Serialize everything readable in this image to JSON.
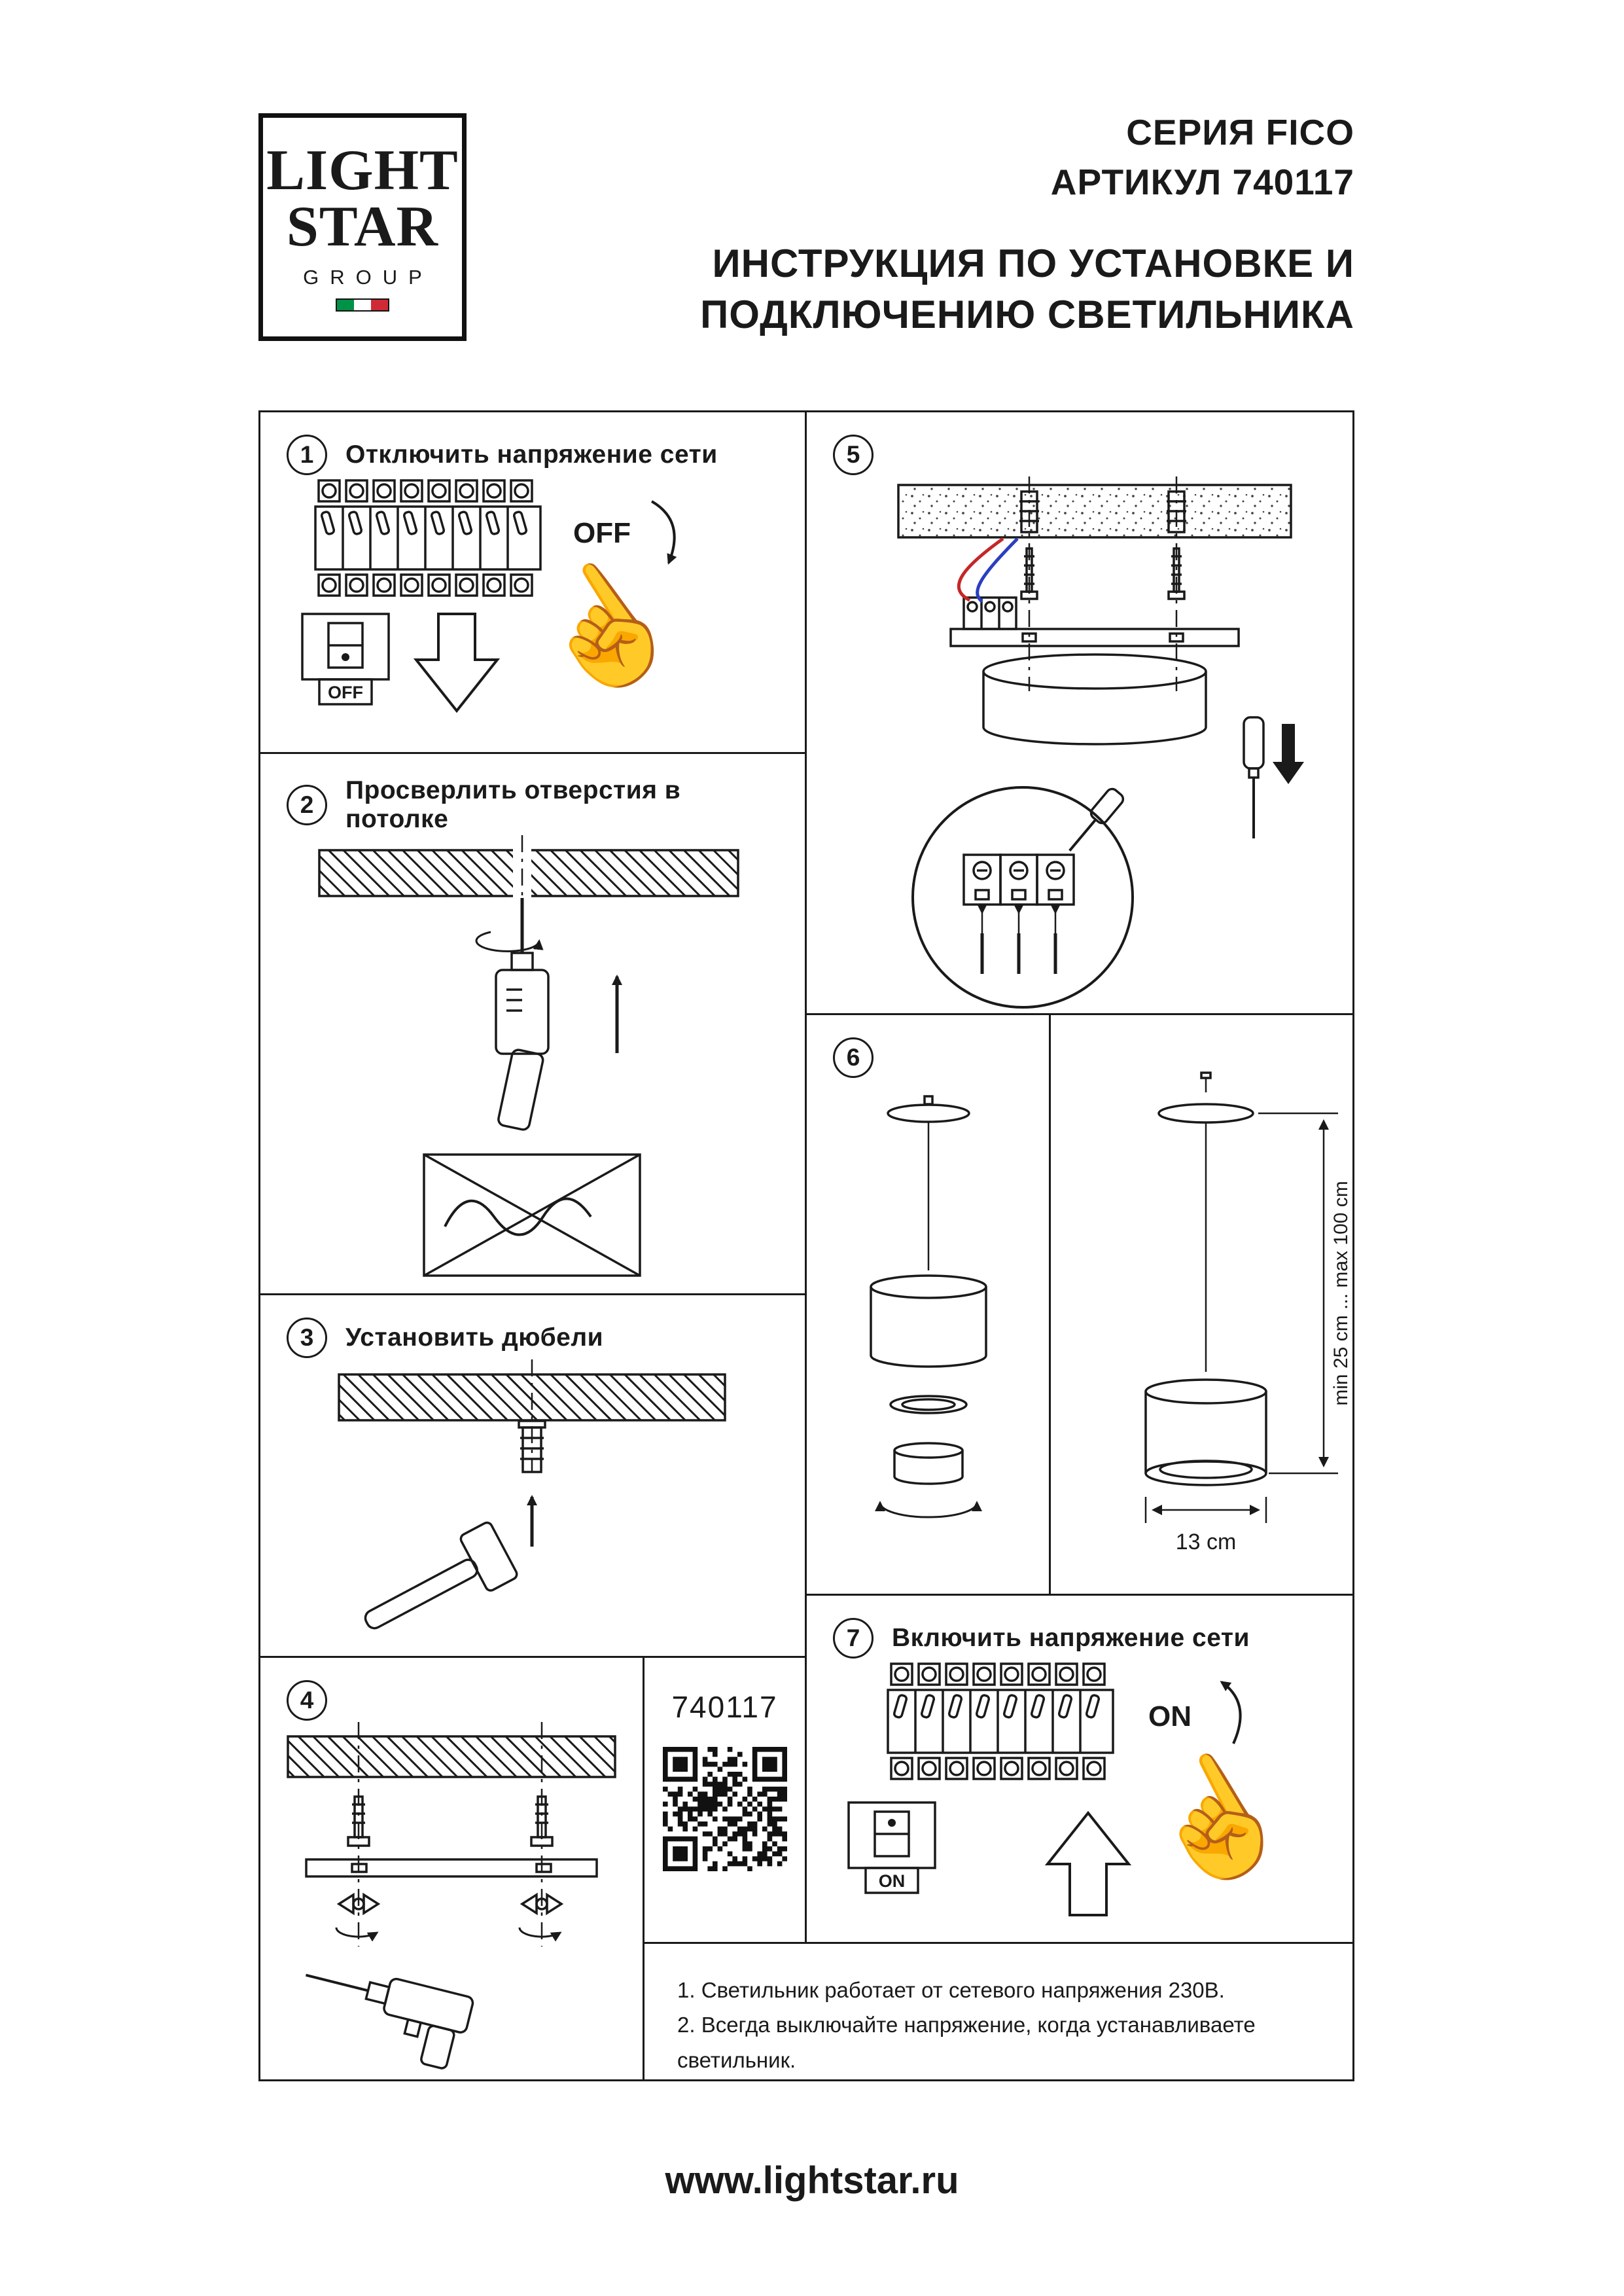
{
  "header": {
    "series": "СЕРИЯ FICO",
    "article": "АРТИКУЛ 740117",
    "title_line1": "ИНСТРУКЦИЯ ПО УСТАНОВКЕ И",
    "title_line2": "ПОДКЛЮЧЕНИЮ СВЕТИЛЬНИКА",
    "logo": {
      "line1": "LIGHT",
      "line2": "STAR",
      "line3": "GROUP"
    }
  },
  "steps": {
    "s1": {
      "num": "1",
      "label": "Отключить напряжение сети",
      "off": "OFF",
      "switch_off": "OFF"
    },
    "s2": {
      "num": "2",
      "label": "Просверлить отверстия в потолке"
    },
    "s3": {
      "num": "3",
      "label": "Установить дюбели"
    },
    "s4": {
      "num": "4"
    },
    "s5": {
      "num": "5"
    },
    "s6": {
      "num": "6",
      "dim_vertical": "min 25 cm ... max 100 cm",
      "dim_width": "13 cm"
    },
    "s7": {
      "num": "7",
      "label": "Включить напряжение сети",
      "on": "ON",
      "switch_on": "ON"
    }
  },
  "qr": {
    "article": "740117"
  },
  "notes": [
    "1. Светильник работает от сетевого напряжения 230В.",
    "2. Всегда выключайте напряжение, когда устанавливаете светильник."
  ],
  "footer": {
    "url": "www.lightstar.ru"
  },
  "icons": {
    "pointing_hand": "☝"
  }
}
